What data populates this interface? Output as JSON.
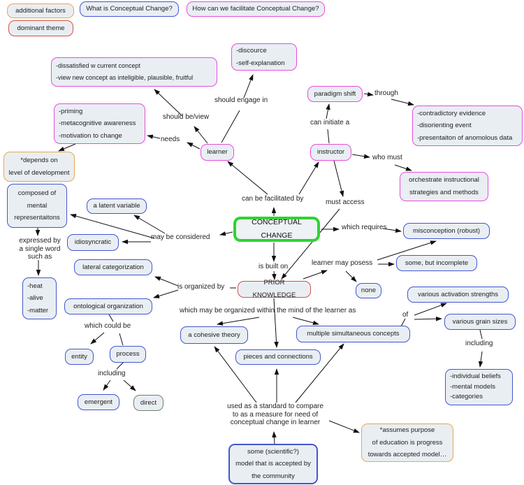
{
  "legend": {
    "additional_factors": "additional factors",
    "what_is": "What is Conceptual Change?",
    "how_facilitate": "How can we facilitate Conceptual Change?",
    "dominant_theme": "dominant theme"
  },
  "colors": {
    "question_blue": "#4356cf",
    "facilitate_magenta": "#ea4cdb",
    "additional_orange": "#e8a948",
    "dominant_red": "#d4504a",
    "highlight_green": "#2ed431",
    "neutral_gray": "#6f7f6f",
    "node_fill": "#e9eef3",
    "arrow_black": "#111111"
  },
  "nodes": {
    "conceptual_change": "CONCEPTUAL CHANGE",
    "prior_knowledge": "PRIOR KNOWLEDGE",
    "learner": "learner",
    "instructor": "instructor",
    "paradigm_shift": "paradigm shift",
    "discourse": "-discource\n-self-explanation",
    "dissatisfied": "-dissatisfied w current concept\n-view new concept as intellgible, plausible, fruitful",
    "priming": "-priming\n-metacognitive awareness\n-motivation to change",
    "depends": "*depends on\nlevel of development",
    "composed": "composed of\nmental\nrepresentaitons",
    "latent_variable": "a latent variable",
    "idiosyncratic": "idiosyncratic",
    "lateral_categorization": "lateral categorization",
    "heat_alive_matter": "-heat\n-alive\n-matter",
    "ontological_organization": "ontological organization",
    "entity": "entity",
    "process": "process",
    "emergent": "emergent",
    "direct": "direct",
    "contradictory": "-contradictory evidence\n-disorienting event\n-presentaiton of anomolous data",
    "orchestrate": "orchestrate instructional\nstrategies and methods",
    "misconception": "misconception (robust)",
    "some_incomplete": "some, but incomplete",
    "none": "none",
    "various_activation": "various activation strengths",
    "various_grain": "various grain sizes",
    "beliefs": "-individual beliefs\n-mental models\n-categories",
    "cohesive_theory": "a cohesive theory",
    "pieces_connections": "pieces and connections",
    "multiple_concepts": "multiple simultaneous concepts",
    "scientific_model": "some (scientific?)\nmodel that is accepted by\nthe community",
    "assumes_purpose": "*assumes purpose\nof education is progress\ntowards accepted model…"
  },
  "labels": {
    "should_engage_in": "should engage in",
    "should_be_view": "should be/view",
    "needs": "needs",
    "can_initiate_a": "can initiate a",
    "through": "through",
    "who_must": "who must",
    "can_be_facilitated_by": "can be facilitated by",
    "must_access": "must access",
    "which_requires": "which requires",
    "may_be_considered": "may be considered",
    "is_built_on": "is built on",
    "learner_may_posess": "learner may posess",
    "is_organized_by": "is organized by",
    "expressed_by": "expressed by\na single word\nsuch as",
    "which_could_be": "which could be",
    "including_process": "including",
    "which_may_be_organized": "which may be organized within the mind of the learner as",
    "of": "of",
    "including_grain": "including",
    "used_as_standard": "used as a standard to compare\nto as a measure for need of\nconceptual change in learner"
  }
}
